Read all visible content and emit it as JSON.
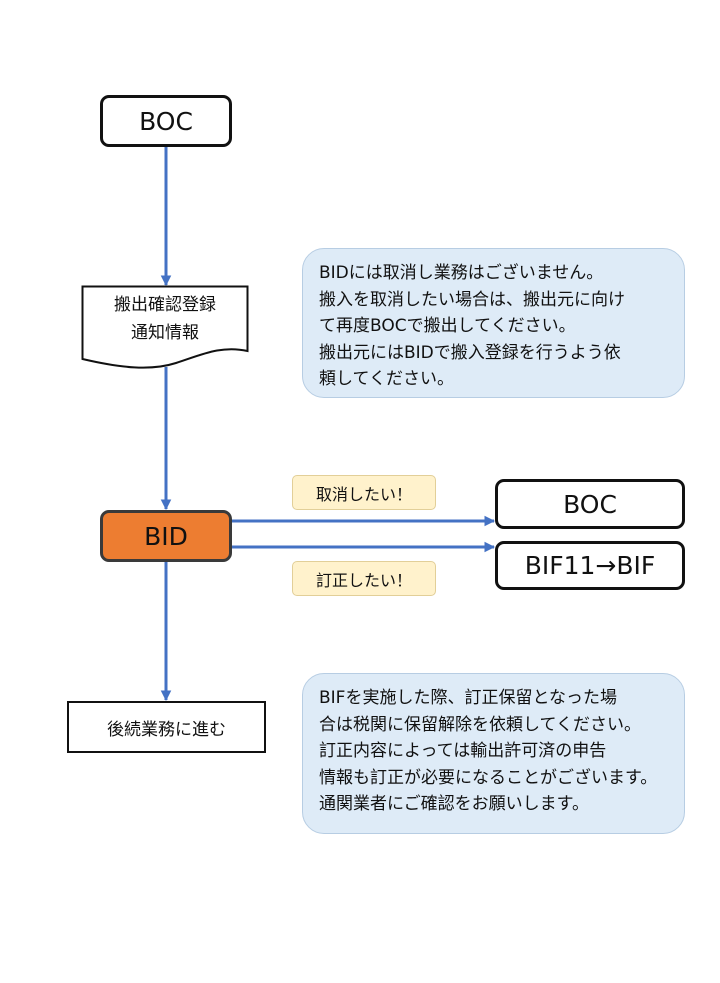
{
  "nodes": {
    "boc_top": "BOC",
    "carry_out_notice": [
      "搬出確認登録",
      "通知情報"
    ],
    "bid": "BID",
    "boc_right": "BOC",
    "bif": "BIF11→BIF",
    "next_step": "後続業務に進む"
  },
  "labels": {
    "cancel": "取消したい！",
    "correct": "訂正したい！"
  },
  "notes": {
    "top": [
      "BIDには取消し業務はございません。",
      "搬入を取消したい場合は、搬出元に向け",
      "て再度BOCで搬出してください。",
      "搬出元にはBIDで搬入登録を行うよう依",
      "頼してください。"
    ],
    "bottom": [
      "BIFを実施した際、訂正保留となった場",
      "合は税関に保留解除を依頼してください。",
      "訂正内容によっては輸出許可済の申告",
      "情報も訂正が必要になることがございます。",
      "通関業者にご確認をお願いします。"
    ]
  },
  "colors": {
    "arrow": "#4472C4",
    "bid_fill": "#ED7D31",
    "note_fill": "#DEEBF7",
    "tag_fill": "#FFF2CC"
  }
}
